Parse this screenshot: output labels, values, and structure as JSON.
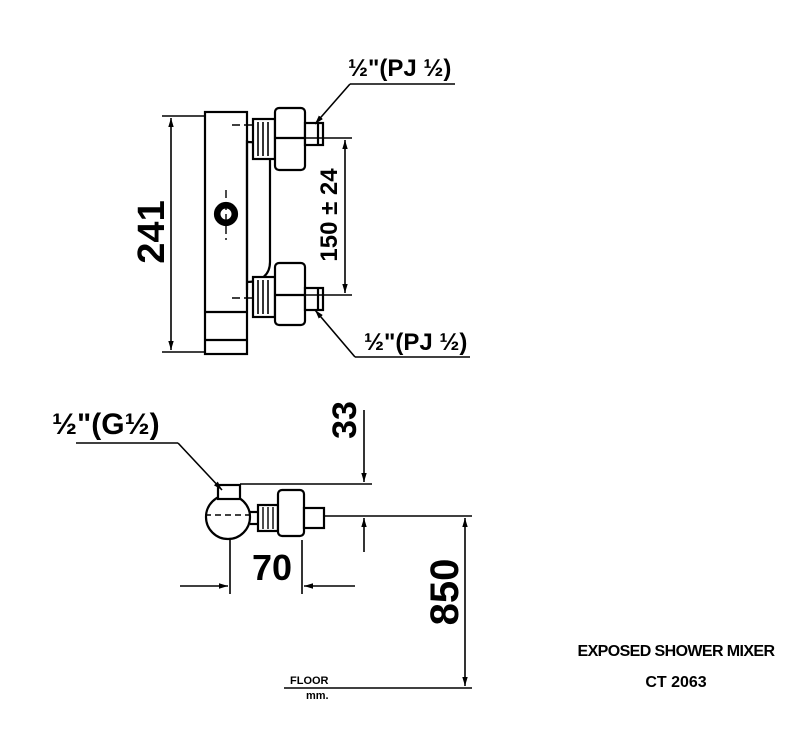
{
  "title": {
    "line1": "EXPOSED SHOWER MIXER",
    "line2": "CT 2063"
  },
  "dimensions": {
    "height": "241",
    "inlet_spacing": "150 ± 24",
    "top_offset": "33",
    "depth": "70",
    "floor_height": "850"
  },
  "threads": {
    "top_inlet": "½\"(PJ ½)",
    "bottom_inlet": "½\"(PJ ½)",
    "outlet": "½\"(G½)"
  },
  "floor": {
    "label": "FLOOR",
    "unit": "mm."
  }
}
